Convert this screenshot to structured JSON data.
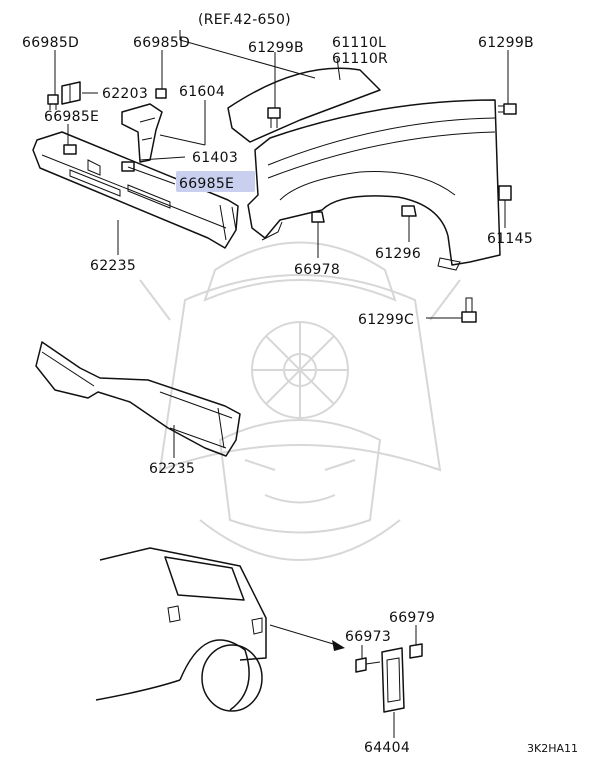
{
  "reference": "(REF.42-650)",
  "diagram_code": "3K2HA11",
  "highlight_color": "#c9cfee",
  "parts": {
    "p66985D_a": "66985D",
    "p66985D_b": "66985D",
    "p62203": "62203",
    "p61604": "61604",
    "p66985E_top": "66985E",
    "p61403": "61403",
    "p66985E_hl": "66985E",
    "p62235_a": "62235",
    "p61299B_a": "61299B",
    "p61110L": "61110L",
    "p61110R": "61110R",
    "p61299B_b": "61299B",
    "p61145": "61145",
    "p66978": "66978",
    "p61296": "61296",
    "p61299C": "61299C",
    "p62235_b": "62235",
    "p66979": "66979",
    "p66973": "66973",
    "p64404": "64404"
  }
}
